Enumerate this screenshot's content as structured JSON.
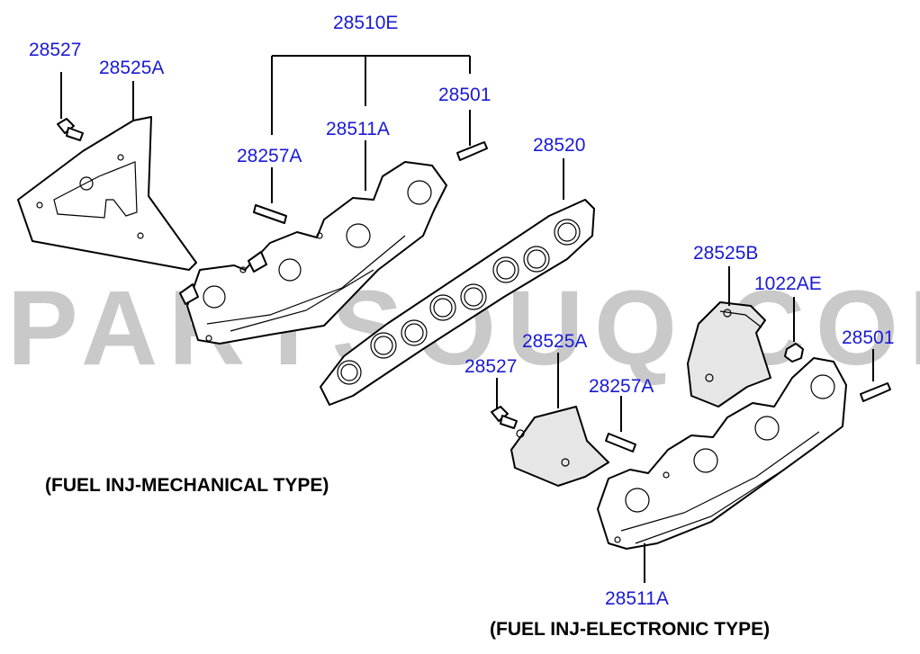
{
  "watermark": "PARTSOUQ.COM",
  "captions": {
    "mechanical": "(FUEL INJ-MECHANICAL TYPE)",
    "electronic": "(FUEL INJ-ELECTRONIC TYPE)"
  },
  "labels": {
    "p28527_top": "28527",
    "p28525A_top": "28525A",
    "p28510E": "28510E",
    "p28501_top": "28501",
    "p28511A_top": "28511A",
    "p28257A_top": "28257A",
    "p28520": "28520",
    "p28525B": "28525B",
    "p1022AE": "1022AE",
    "p28501_bot": "28501",
    "p28525A_bot": "28525A",
    "p28527_bot": "28527",
    "p28257A_bot": "28257A",
    "p28511A_bot": "28511A"
  },
  "colors": {
    "label": "#1a1ad6",
    "watermark": "#c9c9c9",
    "line": "#000000",
    "shade": "#e6e6e6"
  }
}
